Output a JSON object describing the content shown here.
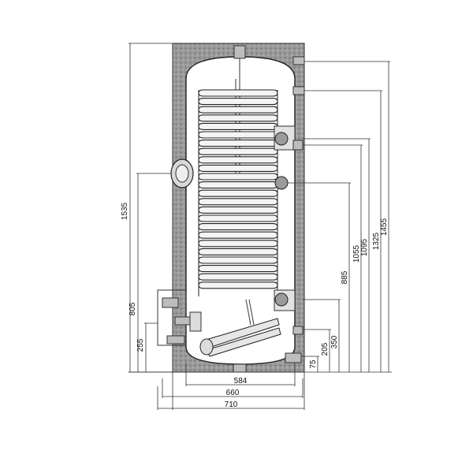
{
  "dimensions": {
    "width_inner": "584",
    "width_middle": "660",
    "width_outer": "710",
    "h_total": "1535",
    "h_1455": "1455",
    "h_1325": "1325",
    "h_1095": "1095",
    "h_1055": "1055",
    "h_885": "885",
    "h_805": "805",
    "h_350": "350",
    "h_255": "255",
    "h_205": "205",
    "h_75": "75"
  },
  "colors": {
    "line": "#333333",
    "insulation": "#8a8a8a",
    "tank_fill": "#ffffff"
  }
}
